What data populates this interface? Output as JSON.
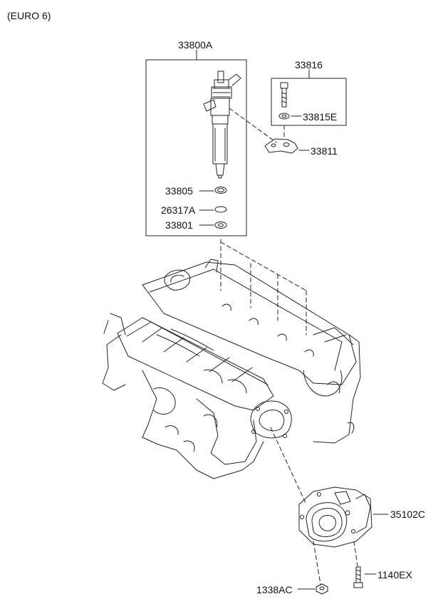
{
  "variant_note": "(EURO 6)",
  "parts": {
    "injector_assembly": "33800A",
    "injector_clamp_bolt_set": "33816",
    "washer": "33815E",
    "injector_clamp": "33811",
    "seal_ring_upper": "33805",
    "o_ring": "26317A",
    "seal_ring_lower": "33801",
    "throttle_body": "35102C",
    "bolt": "1140EX",
    "nut": "1338AC"
  }
}
